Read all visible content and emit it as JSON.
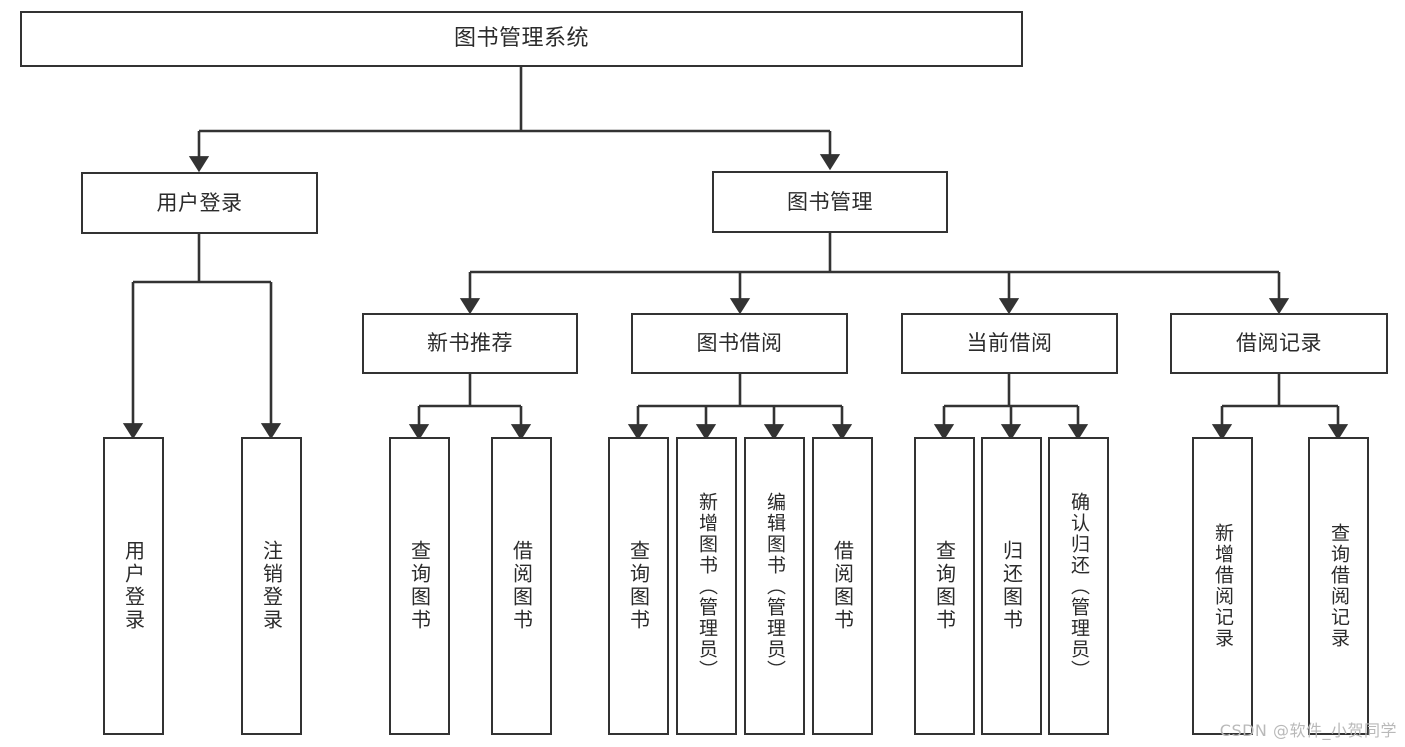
{
  "diagram": {
    "title": "图书管理系统",
    "type": "tree-hierarchy",
    "watermark": "CSDN @软件_小贺同学",
    "stroke_color": "#333333",
    "text_color": "#2b2b2b",
    "background_color": "#ffffff"
  },
  "nodes": {
    "root": {
      "label": "图书管理系统"
    },
    "level1": [
      {
        "label": "用户登录"
      },
      {
        "label": "图书管理"
      }
    ],
    "level2": [
      {
        "label": "新书推荐"
      },
      {
        "label": "图书借阅"
      },
      {
        "label": "当前借阅"
      },
      {
        "label": "借阅记录"
      }
    ],
    "leaves_user_login": [
      {
        "label": "用户登录"
      },
      {
        "label": "注销登录"
      }
    ],
    "leaves_new_books": [
      {
        "label": "查询图书"
      },
      {
        "label": "借阅图书"
      }
    ],
    "leaves_borrow_books": [
      {
        "label": "查询图书"
      },
      {
        "label": "新增图书（管理员）"
      },
      {
        "label": "编辑图书（管理员）"
      },
      {
        "label": "借阅图书"
      }
    ],
    "leaves_current_borrow": [
      {
        "label": "查询图书"
      },
      {
        "label": "归还图书"
      },
      {
        "label": "确认归还（管理员）"
      }
    ],
    "leaves_borrow_records": [
      {
        "label": "新增借阅记录"
      },
      {
        "label": "查询借阅记录"
      }
    ]
  }
}
